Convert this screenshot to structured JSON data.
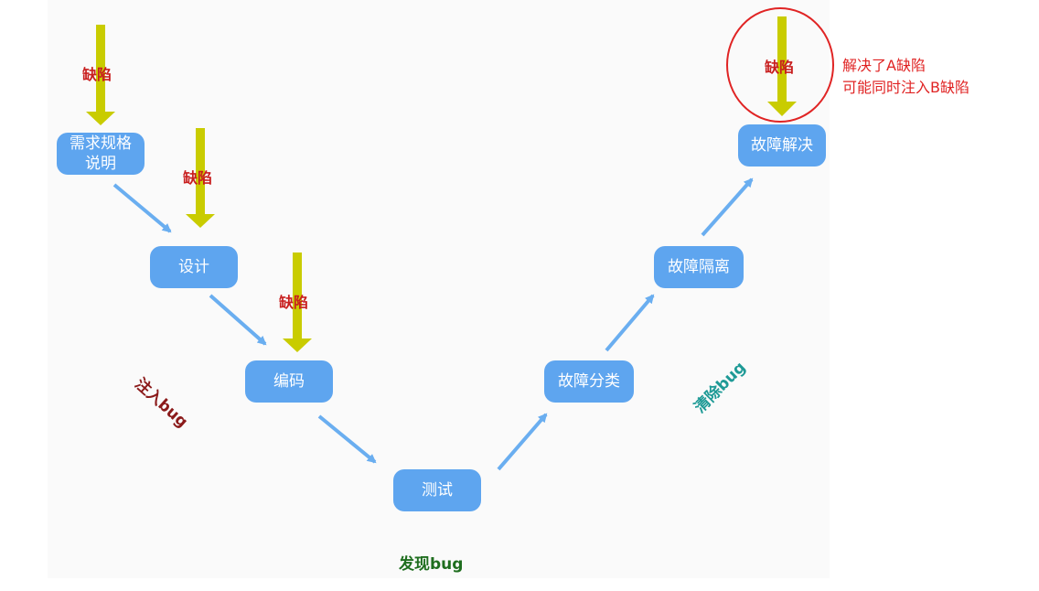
{
  "nodes": {
    "requirements": {
      "line1": "需求规格",
      "line2": "说明"
    },
    "design": "设计",
    "coding": "编码",
    "testing": "测试",
    "classify": "故障分类",
    "isolate": "故障隔离",
    "resolve": "故障解决"
  },
  "defect_label": "缺陷",
  "phases": {
    "inject": "注入bug",
    "discover": "发现bug",
    "clear": "清除bug"
  },
  "note": {
    "line1": "解决了A缺陷",
    "line2": "可能同时注入B缺陷"
  },
  "colors": {
    "node_fill": "#5ea5ef",
    "flow_arrow": "#6aaef0",
    "defect_arrow": "#c9cc00",
    "defect_text": "#c81e1e",
    "inject_text": "#8b1a1a",
    "discover_text": "#1f6e1f",
    "clear_text": "#1e9a96",
    "highlight_circle": "#e02424"
  }
}
